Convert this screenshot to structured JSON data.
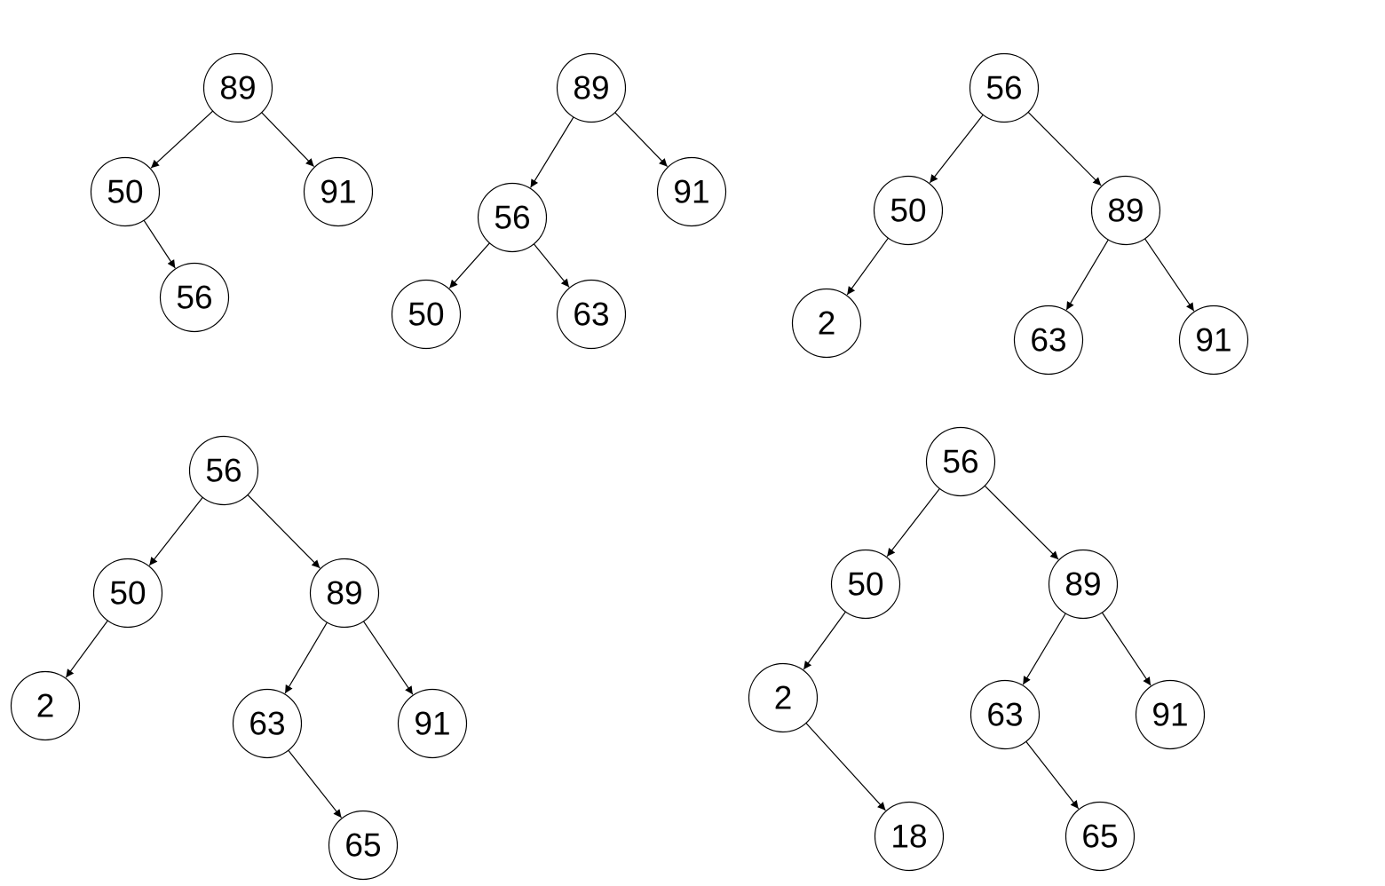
{
  "colors": {
    "background": "#ffffff",
    "stroke": "#000000",
    "node_fill": "#ffffff",
    "text": "#000000"
  },
  "trees": [
    {
      "id": "tree-1",
      "nodes": [
        {
          "id": "a",
          "label": "89"
        },
        {
          "id": "b",
          "label": "50"
        },
        {
          "id": "c",
          "label": "91"
        },
        {
          "id": "d",
          "label": "56"
        }
      ],
      "edges": [
        [
          "a",
          "b"
        ],
        [
          "a",
          "c"
        ],
        [
          "b",
          "d"
        ]
      ]
    },
    {
      "id": "tree-2",
      "nodes": [
        {
          "id": "a",
          "label": "89"
        },
        {
          "id": "b",
          "label": "56"
        },
        {
          "id": "c",
          "label": "91"
        },
        {
          "id": "d",
          "label": "50"
        },
        {
          "id": "e",
          "label": "63"
        }
      ],
      "edges": [
        [
          "a",
          "b"
        ],
        [
          "a",
          "c"
        ],
        [
          "b",
          "d"
        ],
        [
          "b",
          "e"
        ]
      ]
    },
    {
      "id": "tree-3",
      "nodes": [
        {
          "id": "a",
          "label": "56"
        },
        {
          "id": "b",
          "label": "50"
        },
        {
          "id": "c",
          "label": "89"
        },
        {
          "id": "d",
          "label": "2"
        },
        {
          "id": "e",
          "label": "63"
        },
        {
          "id": "f",
          "label": "91"
        }
      ],
      "edges": [
        [
          "a",
          "b"
        ],
        [
          "a",
          "c"
        ],
        [
          "b",
          "d"
        ],
        [
          "c",
          "e"
        ],
        [
          "c",
          "f"
        ]
      ]
    },
    {
      "id": "tree-4",
      "nodes": [
        {
          "id": "a",
          "label": "56"
        },
        {
          "id": "b",
          "label": "50"
        },
        {
          "id": "c",
          "label": "89"
        },
        {
          "id": "d",
          "label": "2"
        },
        {
          "id": "e",
          "label": "63"
        },
        {
          "id": "f",
          "label": "91"
        },
        {
          "id": "g",
          "label": "65"
        }
      ],
      "edges": [
        [
          "a",
          "b"
        ],
        [
          "a",
          "c"
        ],
        [
          "b",
          "d"
        ],
        [
          "c",
          "e"
        ],
        [
          "c",
          "f"
        ],
        [
          "e",
          "g"
        ]
      ]
    },
    {
      "id": "tree-5",
      "nodes": [
        {
          "id": "a",
          "label": "56"
        },
        {
          "id": "b",
          "label": "50"
        },
        {
          "id": "c",
          "label": "89"
        },
        {
          "id": "d",
          "label": "2"
        },
        {
          "id": "e",
          "label": "63"
        },
        {
          "id": "f",
          "label": "91"
        },
        {
          "id": "g",
          "label": "18"
        },
        {
          "id": "h",
          "label": "65"
        }
      ],
      "edges": [
        [
          "a",
          "b"
        ],
        [
          "a",
          "c"
        ],
        [
          "b",
          "d"
        ],
        [
          "c",
          "e"
        ],
        [
          "c",
          "f"
        ],
        [
          "d",
          "g"
        ],
        [
          "e",
          "h"
        ]
      ]
    }
  ]
}
